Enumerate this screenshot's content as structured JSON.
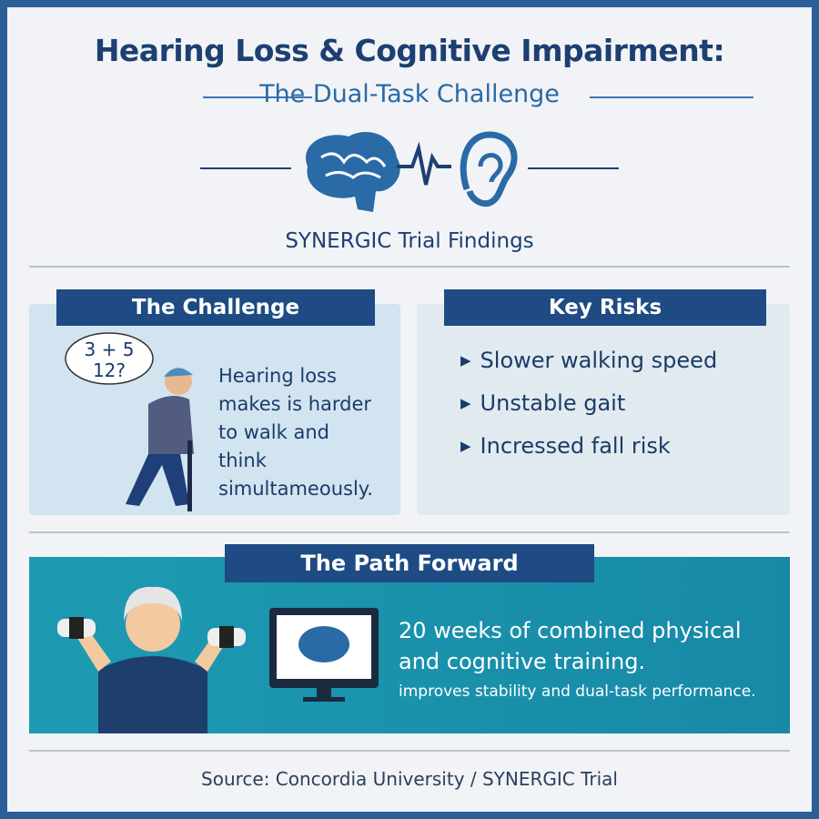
{
  "title": "Hearing Loss & Cognitive Impairment:",
  "subtitle": "The Dual-Task Challenge",
  "section_title": "SYNERGIC Trial Findings",
  "challenge": {
    "heading": "The Challenge",
    "thought_line1": "3 + 5",
    "thought_line2": "12?",
    "text": "Hearing loss makes is harder to walk and think simultameously."
  },
  "risks": {
    "heading": "Key Risks",
    "items": [
      "Slower walking speed",
      "Unstable gait",
      "Incressed fall risk"
    ]
  },
  "path": {
    "heading": "The Path Forward",
    "main": "20 weeks of combined physical and cognitive training.",
    "detail": "improves stability and dual-task performance."
  },
  "source": "Source: Concordia University / SYNERGIC Trial",
  "colors": {
    "navy": "#1e4b84",
    "teal": "#1d9bb2",
    "border": "#2b5f98"
  }
}
